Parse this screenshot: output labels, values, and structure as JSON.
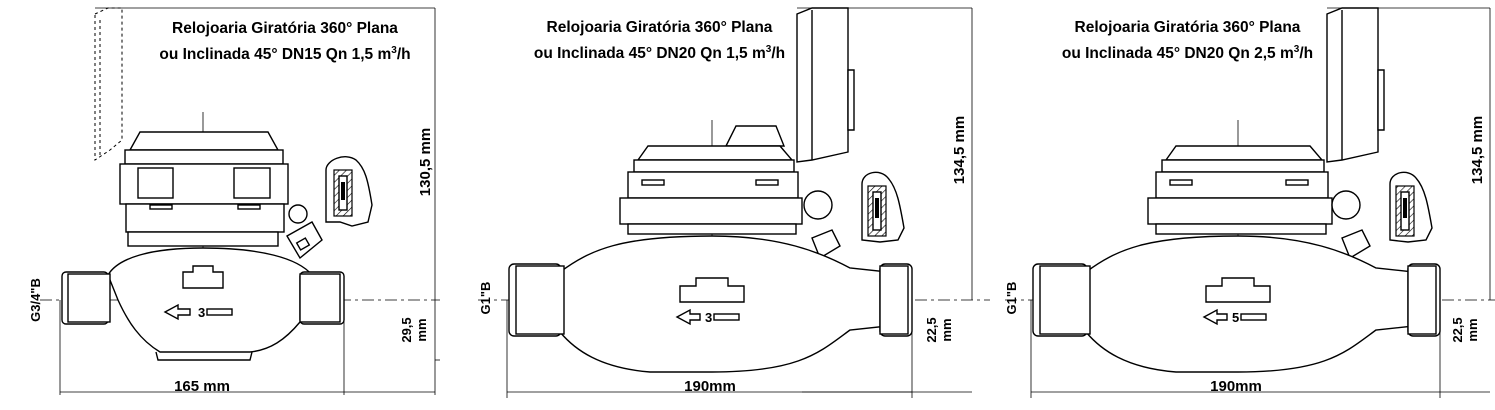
{
  "meters": [
    {
      "id": "dn15",
      "caption_line1": "Relojoaria Giratória 360° Plana",
      "caption_line2_main": "ou Inclinada 45° DN15 Qn 1,5 m",
      "caption_sup": "3",
      "caption_tail": "/h",
      "length_label": "165 mm",
      "height_label": "130,5 mm",
      "connection_label": "G3/4\"B",
      "axis_line1": "29,5",
      "axis_line2": "mm",
      "arrow_number": "3"
    },
    {
      "id": "dn20a",
      "caption_line1": "Relojoaria Giratória 360° Plana",
      "caption_line2_main": "ou Inclinada 45° DN20 Qn 1,5 m",
      "caption_sup": "3",
      "caption_tail": "/h",
      "length_label": "190mm",
      "height_label": "134,5 mm",
      "connection_label": "G1\"B",
      "axis_line1": "22,5",
      "axis_line2": "mm",
      "arrow_number": "3"
    },
    {
      "id": "dn20b",
      "caption_line1": "Relojoaria Giratória 360° Plana",
      "caption_line2_main": "ou Inclinada 45° DN20 Qn 2,5 m",
      "caption_sup": "3",
      "caption_tail": "/h",
      "length_label": "190mm",
      "height_label": "134,5 mm",
      "connection_label": "G1\"B",
      "axis_line1": "22,5",
      "axis_line2": "mm",
      "arrow_number": "5"
    }
  ]
}
